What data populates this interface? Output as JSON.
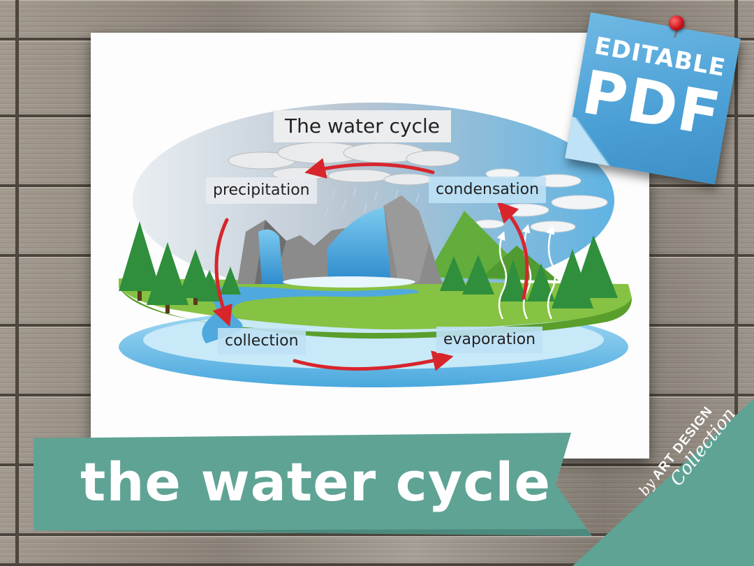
{
  "diagram": {
    "title": "The water cycle",
    "labels": {
      "precipitation": "precipitation",
      "condensation": "condensation",
      "collection": "collection",
      "evaporation": "evaporation"
    }
  },
  "sticky_note": {
    "line1": "EDITABLE",
    "line2": "PDF"
  },
  "banner": {
    "text": "the water cycle"
  },
  "brand": {
    "by": "by",
    "name": "ART DESIGN",
    "tagline": "Collection"
  },
  "colors": {
    "banner": "#5fa395",
    "sticky_note": "#4a9fd5",
    "arrow": "#d8252c",
    "sky": "#7dc3e8",
    "water": "#5fb3e3",
    "grass": "#84c441"
  },
  "icons": [
    "push-pin-icon",
    "cycle-arrow-icon",
    "vapor-arrow-icon"
  ]
}
